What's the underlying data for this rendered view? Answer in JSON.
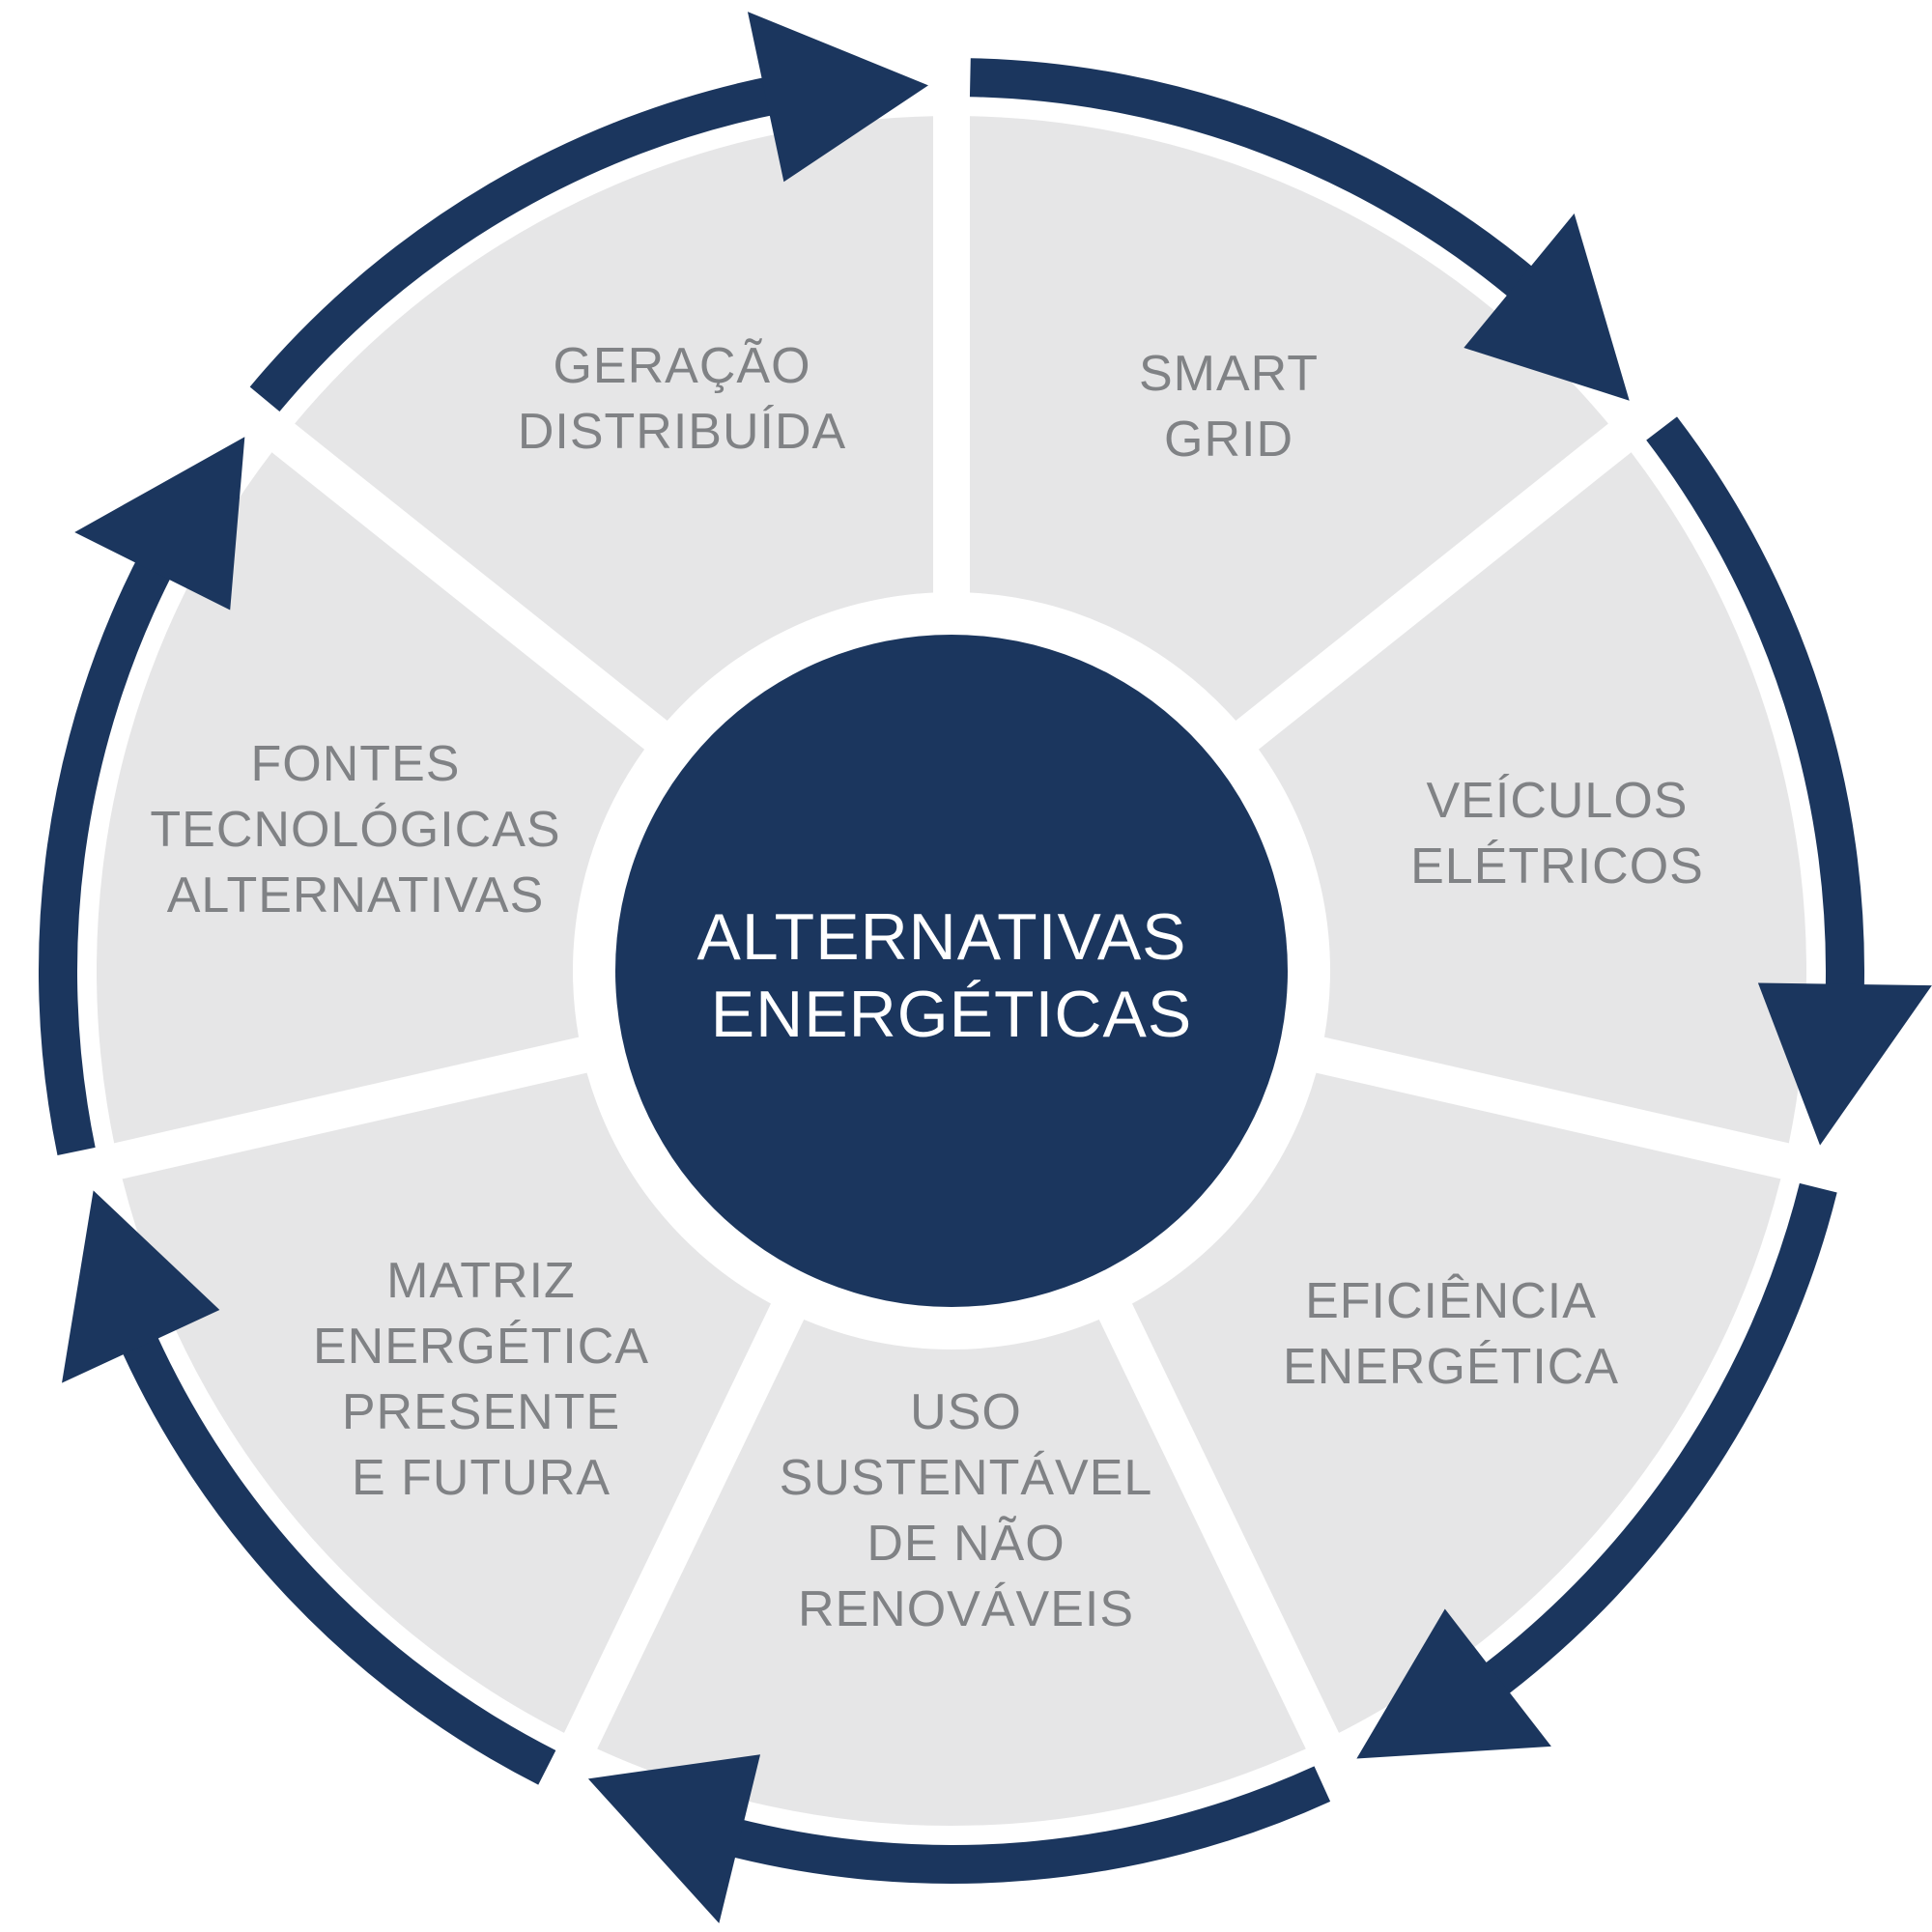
{
  "center": {
    "lines": [
      "ALTERNATIVAS",
      "ENERGÉTICAS"
    ]
  },
  "segments": [
    {
      "id": "smart-grid",
      "lines": [
        "SMART",
        "GRID"
      ]
    },
    {
      "id": "veiculos-eletricos",
      "lines": [
        "VEÍCULOS",
        "ELÉTRICOS"
      ]
    },
    {
      "id": "eficiencia-energetica",
      "lines": [
        "EFICIÊNCIA",
        "ENERGÉTICA"
      ]
    },
    {
      "id": "uso-sustentavel",
      "lines": [
        "USO",
        "SUSTENTÁVEL",
        "DE NÃO",
        "RENOVÁVEIS"
      ]
    },
    {
      "id": "matriz-energetica",
      "lines": [
        "MATRIZ",
        "ENERGÉTICA",
        "PRESENTE",
        "E FUTURA"
      ]
    },
    {
      "id": "fontes-tecnologicas",
      "lines": [
        "FONTES",
        "TECNOLÓGICAS",
        "ALTERNATIVAS"
      ]
    },
    {
      "id": "geracao-distribuida",
      "lines": [
        "GERAÇÃO",
        "DISTRIBUÍDA"
      ]
    }
  ],
  "colors": {
    "navy": "#1b365e",
    "segment_fill": "#e6e6e7",
    "segment_text": "#808285",
    "background": "#ffffff"
  },
  "cycle_direction": "clockwise"
}
